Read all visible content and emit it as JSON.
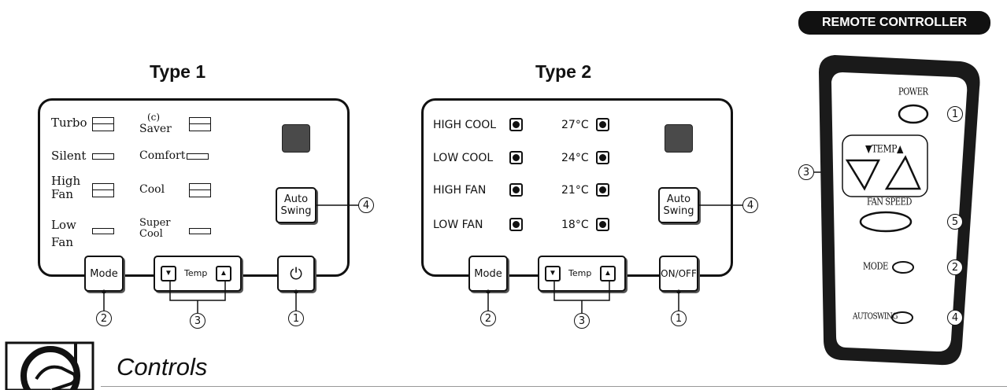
{
  "remote_badge": "REMOTE CONTROLLER",
  "type1": {
    "title": "Type 1",
    "left_labels": [
      "Turbo",
      "Silent",
      "High\nFan",
      "Low\nFan"
    ],
    "right_labels": [
      "Saver",
      "Comfort",
      "Cool",
      "Super\nCool"
    ],
    "saver_symbol": "(c)",
    "auto_swing": "Auto\nSwing",
    "mode": "Mode",
    "temp": "Temp",
    "power_symbol": "⏻"
  },
  "type2": {
    "title": "Type 2",
    "left_labels": [
      "HIGH COOL",
      "LOW COOL",
      "HIGH FAN",
      "LOW FAN"
    ],
    "right_labels": [
      "27°C",
      "24°C",
      "21°C",
      "18°C"
    ],
    "auto_swing": "Auto\nSwing",
    "mode": "Mode",
    "temp": "Temp",
    "onoff": "ON/OFF"
  },
  "remote": {
    "power": "POWER",
    "temp": "▼TEMP▲",
    "fan_speed": "FAN SPEED",
    "mode": "MODE",
    "autoswing": "AUTOSWING"
  },
  "callouts": {
    "c1": "1",
    "c2": "2",
    "c3": "3",
    "c4": "4",
    "c5": "5"
  },
  "footer": {
    "title": "Controls"
  },
  "colors": {
    "display": "#4a4a4a",
    "badge": "#111111"
  }
}
